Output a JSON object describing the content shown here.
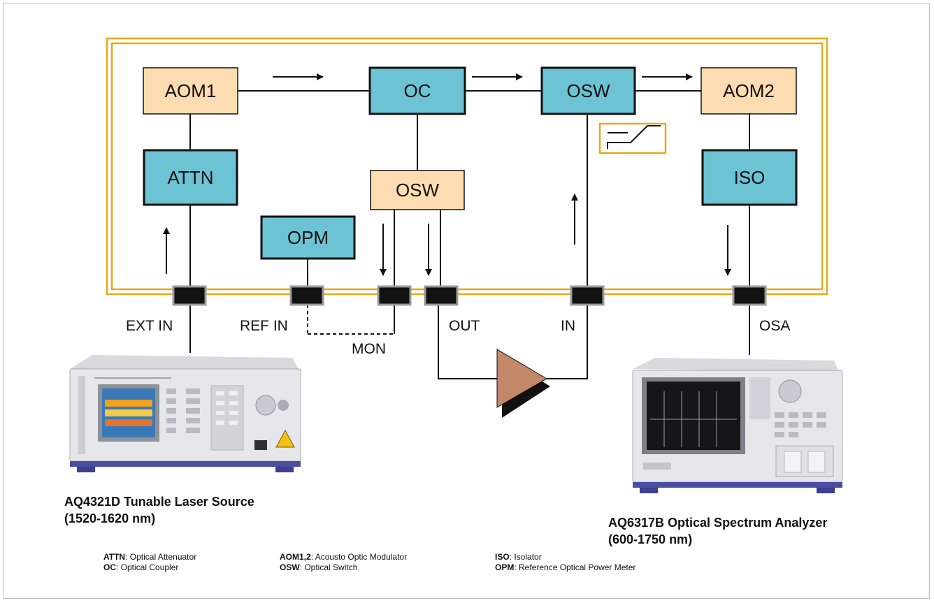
{
  "colors": {
    "frame": "#e6a817",
    "modulator_fill": "#fcdcb0",
    "optical_fill": "#6cc3d3",
    "amplifier": "#c3876a",
    "connector": "#111111"
  },
  "blocks": {
    "aom1": "AOM1",
    "oc": "OC",
    "osw_top": "OSW",
    "aom2": "AOM2",
    "attn": "ATTN",
    "osw_mid": "OSW",
    "iso": "ISO",
    "opm": "OPM"
  },
  "ports": {
    "ext_in": "EXT IN",
    "ref_in": "REF IN",
    "mon": "MON",
    "out": "OUT",
    "in": "IN",
    "osa": "OSA"
  },
  "instruments": {
    "laser": {
      "icon": "tunable-laser-source-image",
      "caption_line1": "AQ4321D Tunable Laser Source",
      "caption_line2": "(1520-1620 nm)"
    },
    "osa": {
      "icon": "optical-spectrum-analyzer-image",
      "caption_line1": "AQ6317B Optical Spectrum Analyzer",
      "caption_line2": "(600-1750 nm)"
    }
  },
  "legend": [
    {
      "abbr": "ATTN",
      "desc": ": Optical Attenuator"
    },
    {
      "abbr": "OC",
      "desc": ": Optical Coupler"
    },
    {
      "abbr": "AOM1,2",
      "desc": ": Acousto Optic Modulator"
    },
    {
      "abbr": "OSW",
      "desc": ": Optical Switch"
    },
    {
      "abbr": "ISO",
      "desc": ": Isolator"
    },
    {
      "abbr": "OPM",
      "desc": ": Reference Optical Power Meter"
    }
  ]
}
